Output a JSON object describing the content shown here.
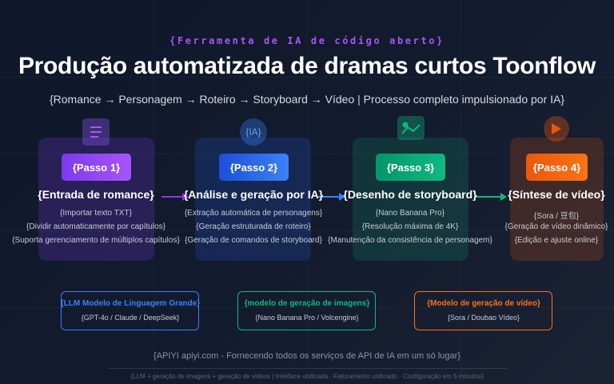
{
  "header": {
    "tagline": "{Ferramenta de IA de código aberto}",
    "title": "Produção automatizada de dramas curtos Toonflow",
    "subtitle": "{Romance → Personagem → Roteiro → Storyboard → Vídeo | Processo completo impulsionado por IA}"
  },
  "steps": [
    {
      "icon": "document-icon",
      "badge": "{Passo 1}",
      "title": "{Entrada de romance}",
      "color": "#a855f7",
      "items": [
        "{Importar texto TXT}",
        "{Dividir automaticamente por capítulos}",
        "{Suporta gerenciamento de múltiplos capítulos}"
      ]
    },
    {
      "icon": "ai-icon",
      "icon_label": "{IA}",
      "badge": "{Passo 2}",
      "title": "{Análise e geração por IA}",
      "color": "#3b82f6",
      "items": [
        "{Extração automática de personagens}",
        "{Geração estruturada de roteiro}",
        "{Geração de comandos de storyboard}"
      ]
    },
    {
      "icon": "image-chart-icon",
      "badge": "{Passo 3}",
      "title": "{Desenho de storyboard}",
      "color": "#10b981",
      "items": [
        "{Nano Banana Pro}",
        "{Resolução máxima de 4K}",
        "{Manutenção da consistência de personagem}"
      ]
    },
    {
      "icon": "play-icon",
      "badge": "{Passo 4}",
      "title": "{Síntese de vídeo}",
      "color": "#f97316",
      "items": [
        "{Sora / 豆包}",
        "{Geração de vídeo dinâmico}",
        "{Edição e ajuste online}"
      ]
    }
  ],
  "models": [
    {
      "title": "{LLM Modelo de Linguagem Grande}",
      "subtitle": "{GPT-4o / Claude / DeepSeek}",
      "color": "#3b82f6"
    },
    {
      "title": "{modelo de geração de imagens}",
      "subtitle": "{Nano Banana Pro / Volcengine}",
      "color": "#10b981"
    },
    {
      "title": "{Modelo de geração de vídeo}",
      "subtitle": "{Sora / Doubao Vídeo}",
      "color": "#f97316"
    }
  ],
  "footer": {
    "main": "{APIYI apiyi.com - Fornecendo todos os serviços de API de IA em um só lugar}",
    "sub": "{LLM + geração de imagens + geração de vídeos | Interface unificada · Faturamento unificado · Configuração em 5 minutos}"
  }
}
